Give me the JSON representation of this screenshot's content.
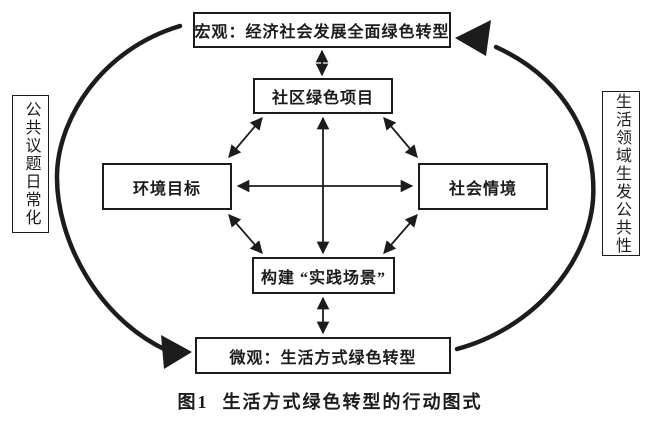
{
  "figure": {
    "background": "#ffffff",
    "ink": "#1c1c1c",
    "nodes": {
      "macro": {
        "label": "宏观：经济社会发展全面绿色转型"
      },
      "community": {
        "label": "社区绿色项目"
      },
      "env_goal": {
        "label": "环境目标"
      },
      "social_context": {
        "label": "社会情境"
      },
      "practice_scene": {
        "label": "构建 “实践场景”"
      },
      "micro": {
        "label": "微观：生活方式绿色转型"
      }
    },
    "side_labels": {
      "left": {
        "label": "公共议题日常化"
      },
      "right": {
        "label": "生活领域生发公共性"
      }
    },
    "caption": {
      "number": "图1",
      "title": "生活方式绿色转型的行动图式"
    }
  }
}
